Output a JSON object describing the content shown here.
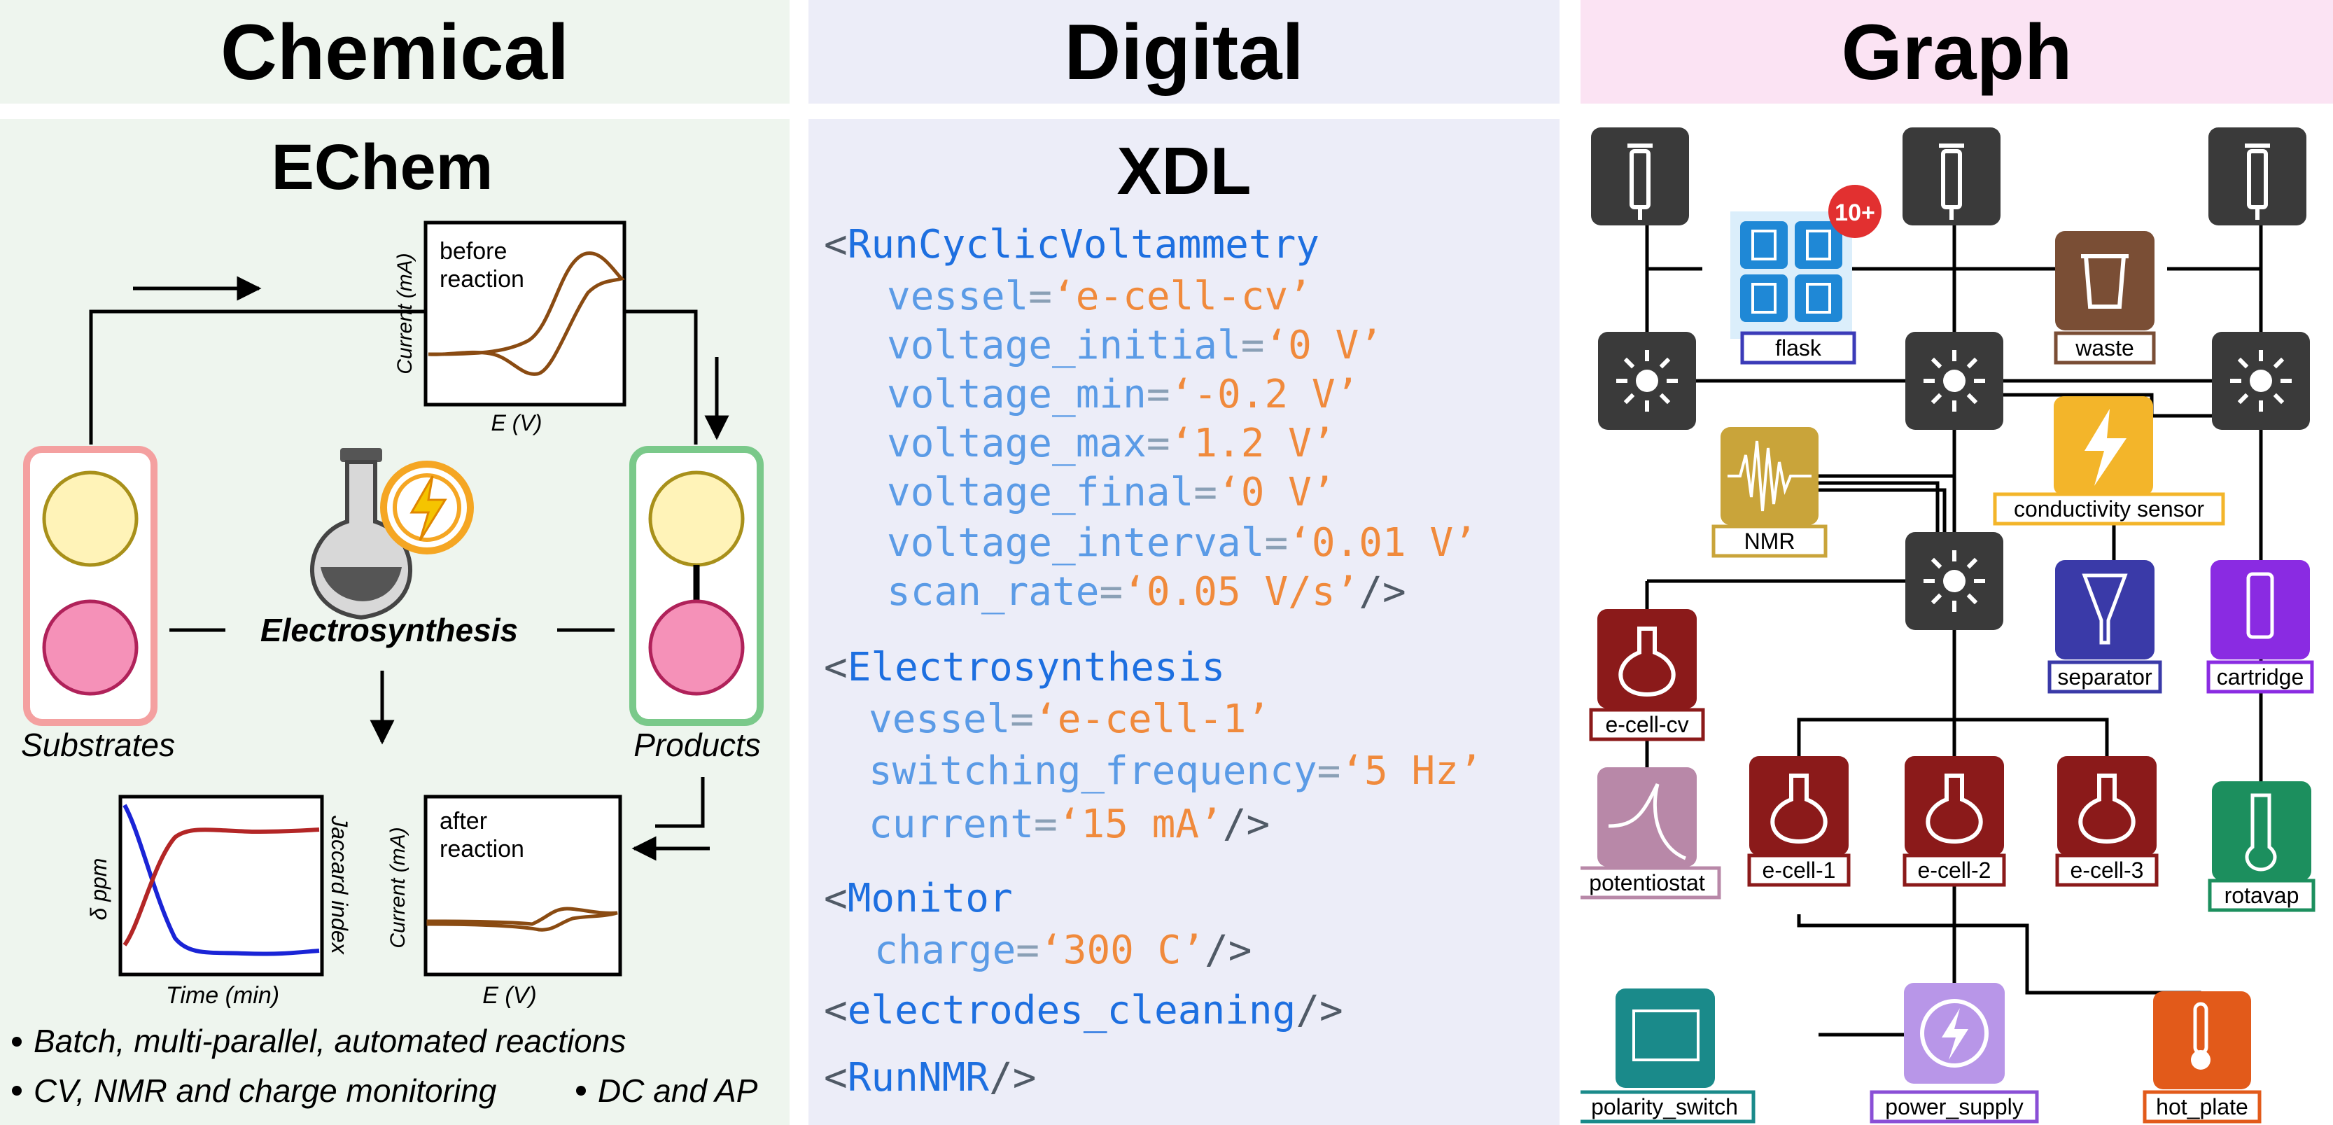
{
  "headers": {
    "chemical": "Chemical",
    "digital": "Digital",
    "graph": "Graph"
  },
  "colors": {
    "chem_bg": "#eef5ee",
    "digital_bg": "#ecedf8",
    "graph_bg": "#fbe3f3",
    "tag": "#1d6fe0",
    "attr": "#5b9be6",
    "value": "#f08a3c"
  },
  "echem": {
    "title": "EChem",
    "cv_before": {
      "label_line1": "before",
      "label_line2": "reaction",
      "ylabel": "Current (mA)",
      "xlabel": "E (V)"
    },
    "cv_after": {
      "label_line1": "after",
      "label_line2": "reaction",
      "ylabel": "Current (mA)",
      "xlabel": "E (V)"
    },
    "process": "Electrosynthesis",
    "substrates": "Substrates",
    "products": "Products",
    "monitor_plot": {
      "ylabel_left": "δ ppm",
      "ylabel_right": "Jaccard index",
      "xlabel": "Time (min)"
    },
    "bullets": [
      "Batch, multi-parallel, automated reactions",
      "CV, NMR and charge monitoring",
      "DC and AP"
    ]
  },
  "xdl": {
    "title": "XDL",
    "lines": [
      {
        "indent": 0,
        "open": "<",
        "tag": "RunCyclicVoltammetry",
        "attr": "",
        "value": "",
        "close": ""
      },
      {
        "indent": 1,
        "open": "",
        "tag": "",
        "attr": "vessel",
        "value": "‘e-cell-cv’",
        "close": ""
      },
      {
        "indent": 1,
        "open": "",
        "tag": "",
        "attr": "voltage_initial",
        "value": "‘0 V’",
        "close": ""
      },
      {
        "indent": 1,
        "open": "",
        "tag": "",
        "attr": "voltage_min",
        "value": "‘-0.2 V’",
        "close": ""
      },
      {
        "indent": 1,
        "open": "",
        "tag": "",
        "attr": "voltage_max",
        "value": "‘1.2 V’",
        "close": ""
      },
      {
        "indent": 1,
        "open": "",
        "tag": "",
        "attr": "voltage_final",
        "value": "‘0 V’",
        "close": ""
      },
      {
        "indent": 1,
        "open": "",
        "tag": "",
        "attr": "voltage_interval",
        "value": "‘0.01 V’",
        "close": ""
      },
      {
        "indent": 1,
        "open": "",
        "tag": "",
        "attr": "scan_rate",
        "value": "‘0.05 V/s’",
        "close": "/>"
      },
      {
        "indent": 0,
        "open": "<",
        "tag": "Electrosynthesis",
        "attr": "",
        "value": "",
        "close": ""
      },
      {
        "indent": 1,
        "open": "",
        "tag": "",
        "attr": "vessel",
        "value": "‘e-cell-1’",
        "close": ""
      },
      {
        "indent": 1,
        "open": "",
        "tag": "",
        "attr": "switching_frequency",
        "value": "‘5 Hz’",
        "close": ""
      },
      {
        "indent": 1,
        "open": "",
        "tag": "",
        "attr": "current",
        "value": "‘15 mA’",
        "close": "/>"
      },
      {
        "indent": 0,
        "open": "<",
        "tag": "Monitor",
        "attr": "",
        "value": "",
        "close": ""
      },
      {
        "indent": 1,
        "open": "",
        "tag": "",
        "attr": "charge",
        "value": "‘300 C’",
        "close": "/>"
      },
      {
        "indent": 0,
        "open": "<",
        "tag": "electrodes_cleaning",
        "attr": "",
        "value": "",
        "close": "/>"
      },
      {
        "indent": 0,
        "open": "<",
        "tag": "RunNMR",
        "attr": "",
        "value": "",
        "close": "/>"
      }
    ]
  },
  "graph": {
    "badge": "10+",
    "labels": {
      "flask": "flask",
      "waste": "waste",
      "nmr": "NMR",
      "conductivity": "conductivity sensor",
      "separator": "separator",
      "cartridge": "cartridge",
      "ecell_cv": "e-cell-cv",
      "potentiostat": "potentiostat",
      "ecell1": "e-cell-1",
      "ecell2": "e-cell-2",
      "ecell3": "e-cell-3",
      "rotavap": "rotavap",
      "polarity": "polarity_switch",
      "power": "power_supply",
      "hotplate": "hot_plate"
    }
  }
}
